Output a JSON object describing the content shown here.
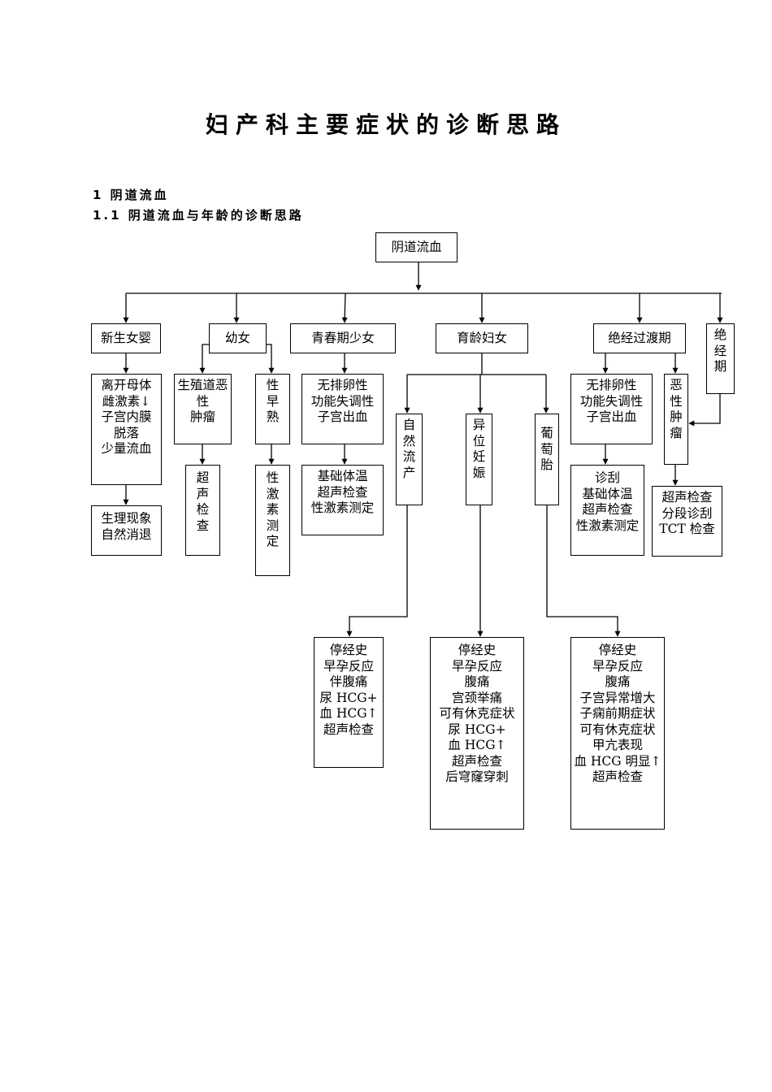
{
  "page": {
    "title": "妇产科主要症状的诊断思路",
    "section_1": "1 阴道流血",
    "section_1_1": "1.1 阴道流血与年龄的诊断思路"
  },
  "diagram": {
    "root": "阴道流血",
    "age_groups": {
      "newborn": "新生女婴",
      "child": "幼女",
      "adolescent": "青春期少女",
      "reproductive": "育龄妇女",
      "perimenopause": "绝经过渡期",
      "postmenopause": [
        "绝",
        "经",
        "期"
      ]
    },
    "newborn": {
      "cause": [
        "离开母体",
        "雌激素↓",
        "子宫内膜",
        "脱落",
        "少量流血"
      ],
      "outcome": [
        "生理现象",
        "自然消退"
      ]
    },
    "child": {
      "tumor": [
        "生殖道恶",
        "性",
        "肿瘤"
      ],
      "tumor_exam": [
        "超",
        "声",
        "检",
        "查"
      ],
      "precocity": [
        "性",
        "早",
        "熟"
      ],
      "precocity_exam": [
        "性",
        "激",
        "素",
        "测",
        "定"
      ]
    },
    "adolescent": {
      "cause": [
        "无排卵性",
        "功能失调性",
        "子宫出血"
      ],
      "exam": [
        "基础体温",
        "超声检查",
        "性激素测定"
      ]
    },
    "reproductive": {
      "abortion": [
        "自",
        "然",
        "流",
        "产"
      ],
      "ectopic": [
        "异",
        "位",
        "妊",
        "娠"
      ],
      "mole": [
        "葡",
        "萄",
        "胎"
      ],
      "abortion_findings": [
        "停经史",
        "早孕反应",
        "伴腹痛",
        "尿 HCG+",
        "血 HCG↑",
        "超声检查"
      ],
      "ectopic_findings": [
        "停经史",
        "早孕反应",
        "腹痛",
        "宫颈举痛",
        "可有休克症状",
        "尿 HCG+",
        "血 HCG↑",
        "超声检查",
        "后穹窿穿刺"
      ],
      "mole_findings": [
        "停经史",
        "早孕反应",
        "腹痛",
        "子宫异常增大",
        "子痫前期症状",
        "可有休克症状",
        "甲亢表现",
        "血 HCG 明显↑",
        "超声检查"
      ]
    },
    "perimenopause": {
      "cause": [
        "无排卵性",
        "功能失调性",
        "子宫出血"
      ],
      "exam": [
        "诊刮",
        "基础体温",
        "超声检查",
        "性激素测定"
      ]
    },
    "malignant": {
      "cause": [
        "恶",
        "性",
        "肿",
        "瘤"
      ],
      "exam": [
        "超声检查",
        "分段诊刮",
        "TCT 检查"
      ]
    }
  }
}
